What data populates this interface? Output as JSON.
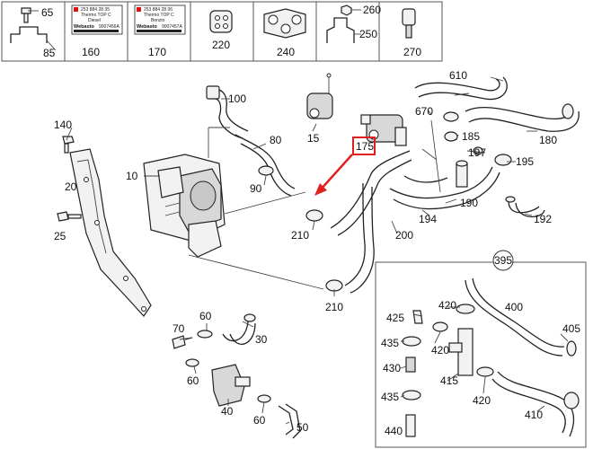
{
  "diagram": {
    "header_cells": [
      {
        "number": "65"
      },
      {
        "number": "85"
      },
      {
        "number": "160",
        "label_lines": [
          "253 884 28 35",
          "Thermo TOP C",
          "Diesel",
          "Webasto",
          "9007456A"
        ]
      },
      {
        "number": "170",
        "label_lines": [
          "253 884 28 36",
          "Thermo TOP C",
          "Benzin",
          "Webasto",
          "9007457A"
        ]
      },
      {
        "number": "220"
      },
      {
        "number": "240"
      },
      {
        "number": "260"
      },
      {
        "number": "250"
      },
      {
        "number": "270"
      }
    ],
    "callouts": [
      "100",
      "80",
      "90",
      "15",
      "670",
      "610",
      "185",
      "180",
      "197",
      "195",
      "192",
      "175",
      "140",
      "20",
      "25",
      "10",
      "210",
      "210",
      "194",
      "190",
      "200",
      "395",
      "400",
      "405",
      "420",
      "425",
      "420",
      "435",
      "430",
      "415",
      "420",
      "410",
      "435",
      "440",
      "70",
      "60",
      "30",
      "60",
      "40",
      "60",
      "50"
    ],
    "colors": {
      "highlight": "#e02020"
    }
  }
}
